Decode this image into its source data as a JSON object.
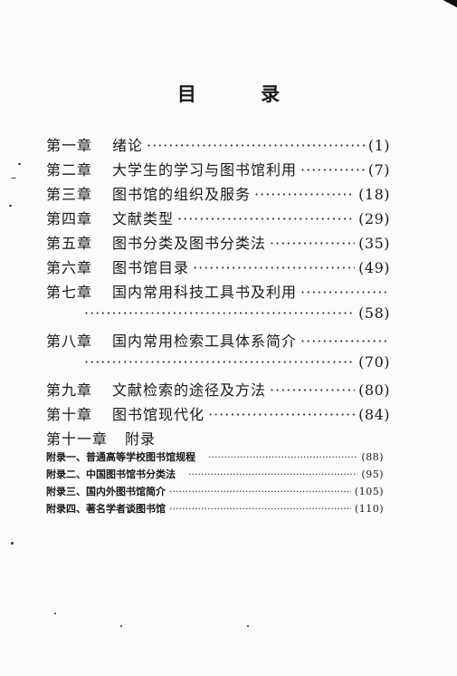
{
  "title": "目  录",
  "entries": [
    {
      "chapter": "第一章",
      "title": "绪论",
      "page": "(1)"
    },
    {
      "chapter": "第二章",
      "title": "大学生的学习与图书馆利用",
      "page": "(7)"
    },
    {
      "chapter": "第三章",
      "title": "图书馆的组织及服务",
      "page": "(18)"
    },
    {
      "chapter": "第四章",
      "title": "文献类型",
      "page": "(29)"
    },
    {
      "chapter": "第五章",
      "title": "图书分类及图书分类法",
      "page": "(35)"
    },
    {
      "chapter": "第六章",
      "title": "图书馆目录",
      "page": "(49)"
    },
    {
      "chapter": "第七章",
      "title": "国内常用科技工具书及利用",
      "page": "(58)"
    },
    {
      "chapter": "第八章",
      "title": "国内常用检索工具体系简介",
      "page": "(70)"
    },
    {
      "chapter": "第九章",
      "title": "文献检索的途径及方法",
      "page": "(80)"
    },
    {
      "chapter": "第十章",
      "title": "图书馆现代化",
      "page": "(84)"
    }
  ],
  "appendix_heading": {
    "chapter": "第十一章",
    "title": "附录"
  },
  "appendices": [
    {
      "title": "附录一、普通高等学校图书馆规程",
      "page": "(88)"
    },
    {
      "title": "附录二、中国图书馆书分类法",
      "page": "(95)"
    },
    {
      "title": "附录三、国内外图书馆简介",
      "page": "(105)"
    },
    {
      "title": "附录四、著名学者谈图书馆",
      "page": "(110)"
    }
  ],
  "dot_leader": "··································································"
}
